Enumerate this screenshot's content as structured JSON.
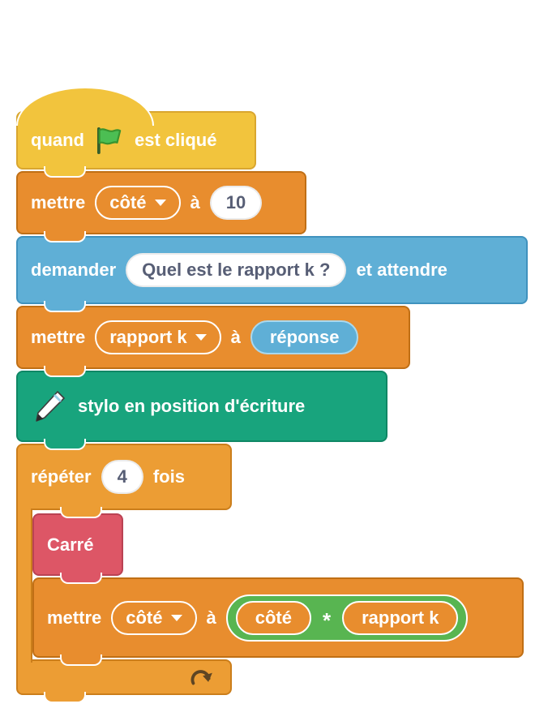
{
  "palette": {
    "events": {
      "fill": "#F2C43D",
      "border": "#D9A62F"
    },
    "variables": {
      "fill": "#E88D2E",
      "border": "#C06F15"
    },
    "sensing": {
      "fill": "#5FAFD6",
      "border": "#3F92BE"
    },
    "pen": {
      "fill": "#18A47D",
      "border": "#0F8765"
    },
    "control": {
      "fill": "#EC9D34",
      "border": "#CB7E1B"
    },
    "myblock": {
      "fill": "#DD5666",
      "border": "#BA4253"
    },
    "operators": {
      "fill": "#58B551",
      "border": "#3E923B"
    },
    "white_oval_text": "#575E75",
    "loop_arrow": "#5E4523"
  },
  "icons": {
    "green_flag": "green-flag-icon",
    "pen": "pen-icon",
    "dropdown_caret": "caret-down-icon",
    "loop_arrow": "loop-arrow-icon"
  },
  "script": {
    "when_flag_clicked": {
      "prefix": "quand",
      "suffix": "est cliqué"
    },
    "set_side": {
      "verb": "mettre",
      "variable": "côté",
      "preposition": "à",
      "value": "10"
    },
    "ask_and_wait": {
      "verb": "demander",
      "question": "Quel est le rapport k ?",
      "suffix": "et attendre"
    },
    "set_ratio": {
      "verb": "mettre",
      "variable": "rapport k",
      "preposition": "à",
      "value": "réponse"
    },
    "pen_down": {
      "label": "stylo en position d'écriture"
    },
    "repeat_loop": {
      "verb": "répéter",
      "count": "4",
      "suffix": "fois"
    },
    "custom_block_call": {
      "label": "Carré"
    },
    "set_side_multiply": {
      "verb": "mettre",
      "variable": "côté",
      "preposition": "à",
      "left_operand": "côté",
      "operator": "*",
      "right_operand": "rapport k"
    }
  }
}
